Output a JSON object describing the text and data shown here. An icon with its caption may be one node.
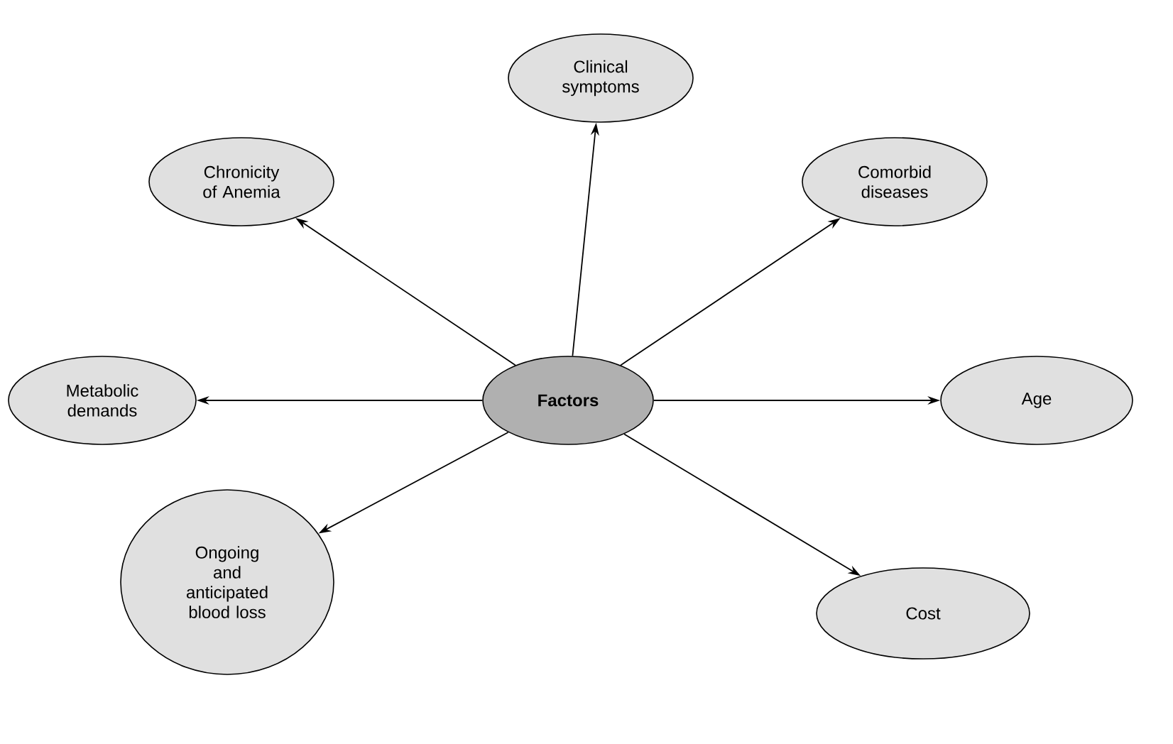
{
  "diagram": {
    "nodes": [
      {
        "text": [
          "Clinical symptoms"
        ]
      },
      {
        "text": [
          "Chronicity of Anemia"
        ]
      },
      {
        "text": [
          "Comorbid diseases"
        ]
      },
      {
        "text": [
          "Metabolic demands"
        ]
      },
      {
        "text": [
          "Factors"
        ]
      },
      {
        "text": [
          "Age"
        ]
      },
      {
        "text": [
          "Ongoing and anticipated blood loss"
        ]
      },
      {
        "text": [
          "Cost"
        ]
      }
    ],
    "edges": [
      {
        "from": 4,
        "to": 0,
        "arrow": "to"
      },
      {
        "from": 4,
        "to": 1,
        "arrow": "to"
      },
      {
        "from": 4,
        "to": 2,
        "arrow": "to"
      },
      {
        "from": 4,
        "to": 3,
        "arrow": "to"
      },
      {
        "from": 4,
        "to": 5,
        "arrow": "to"
      },
      {
        "from": 4,
        "to": 6,
        "arrow": "to"
      },
      {
        "from": 4,
        "to": 7,
        "arrow": "to"
      }
    ]
  }
}
